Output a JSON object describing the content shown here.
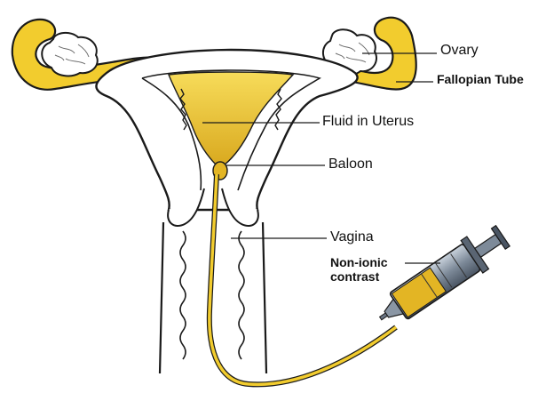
{
  "colors": {
    "fluid": "#f2cc2e",
    "outline": "#1a1a1a",
    "fluid_dark": "#c99a18",
    "barrel": "#8a96a4"
  },
  "labels": {
    "ovary": "Ovary",
    "fallopian_tube": "Fallopian Tube",
    "fluid_in_uterus": "Fluid in Uterus",
    "baloon": "Baloon",
    "vagina": "Vagina",
    "contrast_line1": "Non-ionic",
    "contrast_line2": "contrast"
  }
}
